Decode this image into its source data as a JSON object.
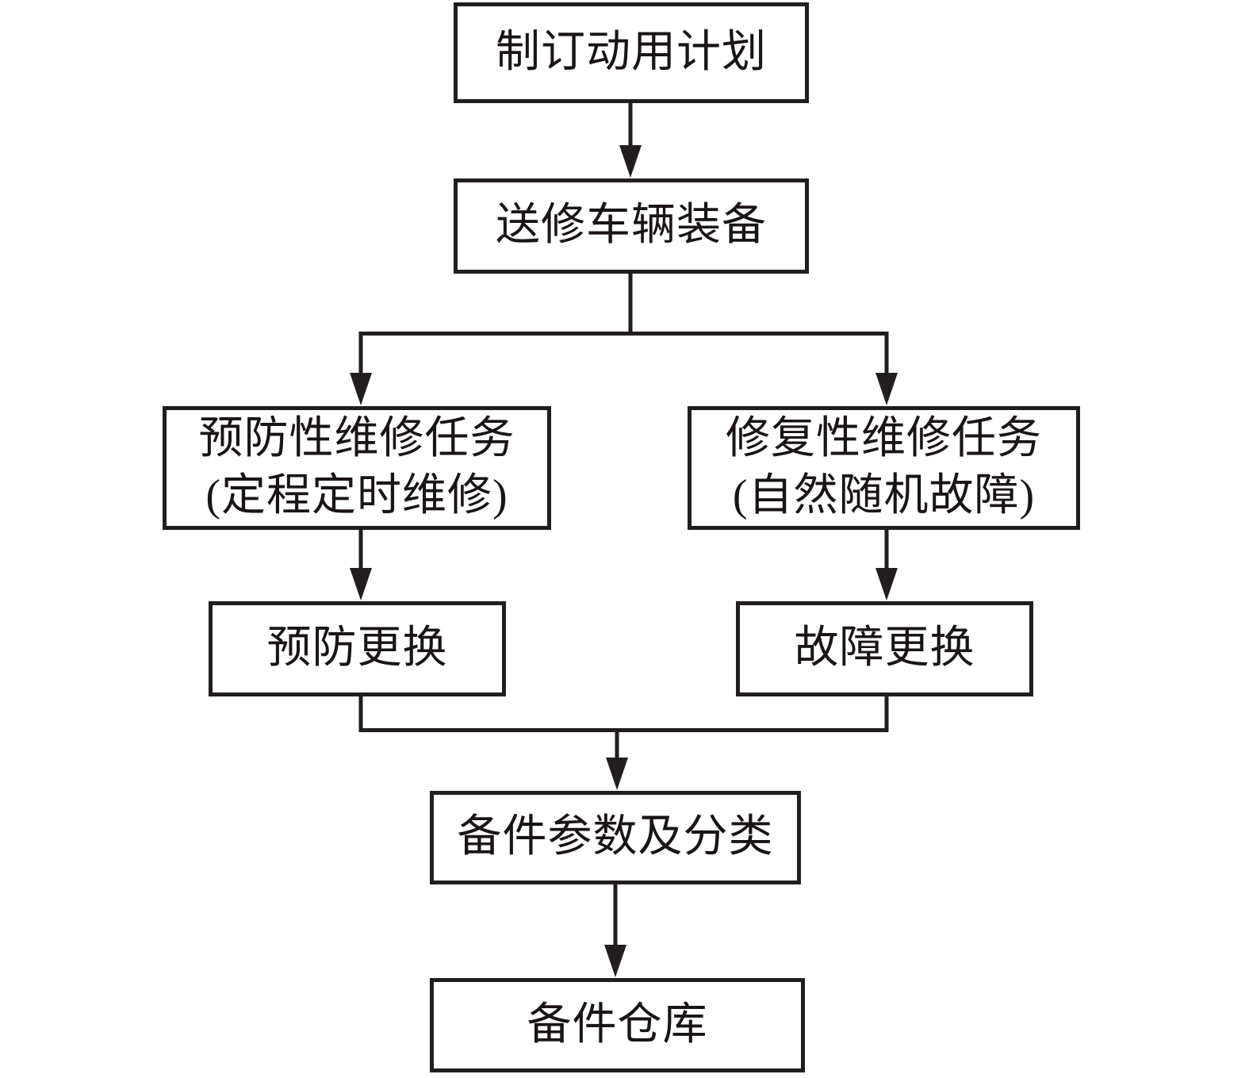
{
  "diagram": {
    "type": "flowchart",
    "colors": {
      "background": "#ffffff",
      "line": "#221e1f",
      "text": "#1a1514"
    },
    "nodes": {
      "plan": {
        "label": "制订动用计划"
      },
      "send": {
        "label": "送修车辆装备"
      },
      "prevtask": {
        "line1": "预防性维修任务",
        "line2": "(定程定时维修)"
      },
      "corrtask": {
        "line1": "修复性维修任务",
        "line2": "(自然随机故障)"
      },
      "prevrep": {
        "label": "预防更换"
      },
      "failrep": {
        "label": "故障更换"
      },
      "params": {
        "label": "备件参数及分类"
      },
      "warehouse": {
        "label": "备件仓库"
      }
    },
    "edges": [
      {
        "from": "plan",
        "to": "send",
        "arrow": true
      },
      {
        "from": "send",
        "to": "prevtask",
        "arrow": true
      },
      {
        "from": "send",
        "to": "corrtask",
        "arrow": true
      },
      {
        "from": "prevtask",
        "to": "prevrep",
        "arrow": true
      },
      {
        "from": "corrtask",
        "to": "failrep",
        "arrow": true
      },
      {
        "from": "prevrep",
        "to": "params",
        "arrow": true
      },
      {
        "from": "failrep",
        "to": "params",
        "arrow": true
      },
      {
        "from": "params",
        "to": "warehouse",
        "arrow": true
      }
    ]
  }
}
